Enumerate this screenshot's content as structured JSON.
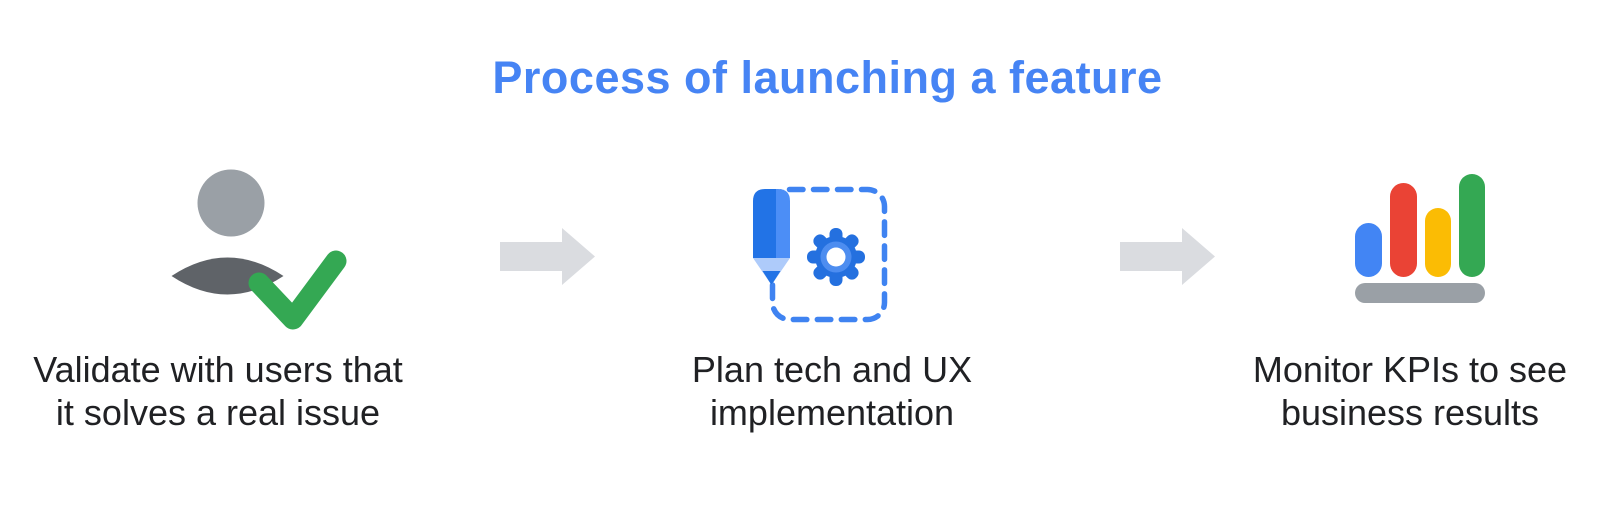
{
  "title": {
    "text": "Process of launching a feature"
  },
  "steps": [
    {
      "icon": "user-check-icon",
      "lines": [
        "Validate with users that",
        "it solves a real issue"
      ]
    },
    {
      "icon": "pencil-gear-plan-icon",
      "lines": [
        "Plan tech and UX",
        "implementation"
      ]
    },
    {
      "icon": "kpi-bar-chart-icon",
      "lines": [
        "Monitor KPIs to see",
        "business results"
      ]
    }
  ],
  "connectors": {
    "icon": "right-arrow-icon",
    "count": 2
  },
  "colors": {
    "title_blue": "#4684F4",
    "text_dark": "#202124",
    "arrow_gray": "#DADCE0",
    "head_gray": "#9AA0A6",
    "body_gray": "#5F6368",
    "check_green": "#34A853",
    "pencil_blue": "#2273E6",
    "pencil_blue_light": "#4C8EF6",
    "pencil_wood": "#AECBFA",
    "dash_blue": "#3F83F1",
    "gear_blue": "#2470DF",
    "gear_ring": "#4D8DF0",
    "gear_hole": "#FFFFFF",
    "bar_blue": "#4285F4",
    "bar_red": "#EA4335",
    "bar_yellow": "#FBBC04",
    "bar_green": "#34A853",
    "base_gray": "#9AA0A6"
  }
}
